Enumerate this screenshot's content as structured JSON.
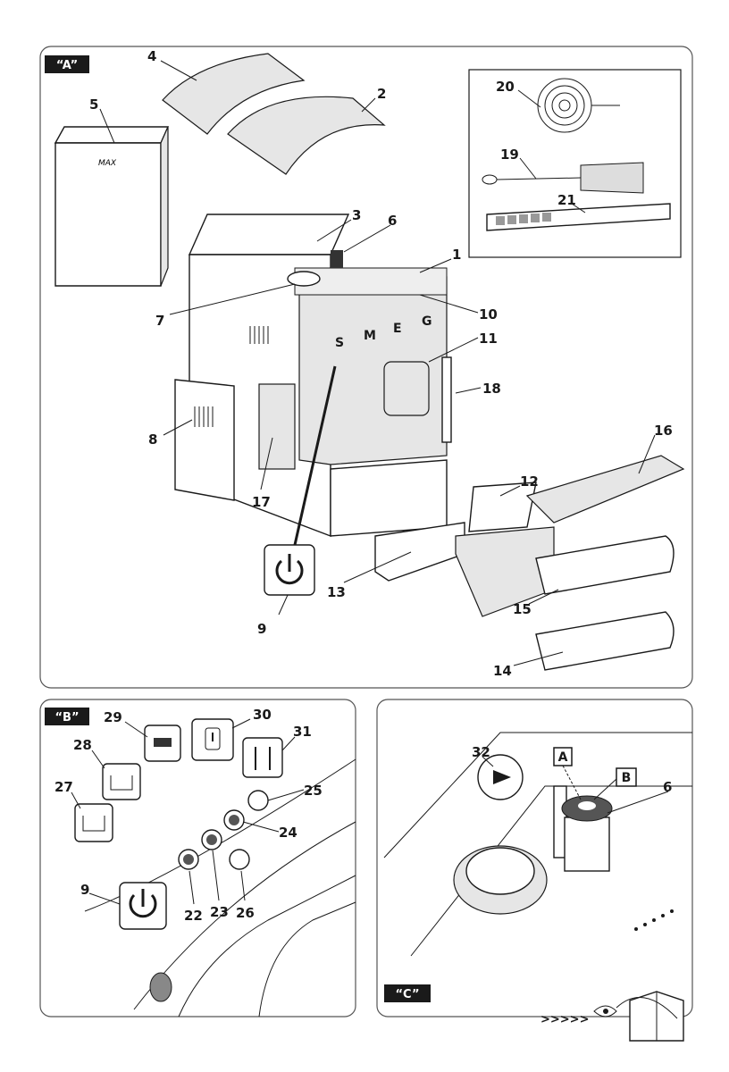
{
  "panels": {
    "a": {
      "tag": "“A”",
      "labels": {
        "l1": "1",
        "l2": "2",
        "l3": "3",
        "l4": "4",
        "l5": "5",
        "l6": "6",
        "l7": "7",
        "l8": "8",
        "l9": "9",
        "l10": "10",
        "l11": "11",
        "l12": "12",
        "l13": "13",
        "l14": "14",
        "l15": "15",
        "l16": "16",
        "l17": "17",
        "l18": "18",
        "l19": "19",
        "l20": "20",
        "l21": "21"
      },
      "water_tank_marking": "MAX",
      "brand_letters": [
        "S",
        "M",
        "E",
        "G"
      ]
    },
    "b": {
      "tag": "“B”",
      "labels": {
        "l9": "9",
        "l22": "22",
        "l23": "23",
        "l24": "24",
        "l25": "25",
        "l26": "26",
        "l27": "27",
        "l28": "28",
        "l29": "29",
        "l30": "30",
        "l31": "31"
      }
    },
    "c": {
      "tag": "“C”",
      "labels": {
        "l6": "6",
        "l32": "32"
      },
      "box_a": "A",
      "box_b": "B",
      "arrow_marks": ">>>>>"
    }
  },
  "colors": {
    "tag_bg": "#1a1a1a",
    "line": "#1a1a1a",
    "panel_border": "#555555"
  }
}
